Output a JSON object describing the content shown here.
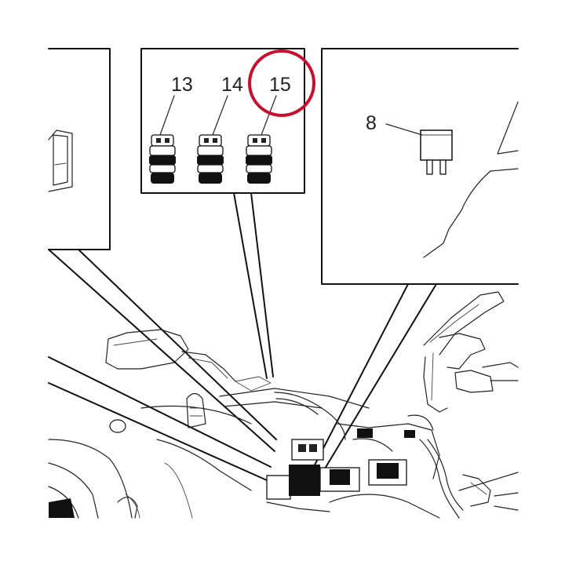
{
  "callouts": {
    "part_13": "13",
    "part_14": "14",
    "part_15": "15",
    "part_8": "8"
  },
  "highlight": {
    "target_part": "15",
    "color": "#c8102e"
  },
  "colors": {
    "line": "#111111",
    "background": "#ffffff"
  }
}
